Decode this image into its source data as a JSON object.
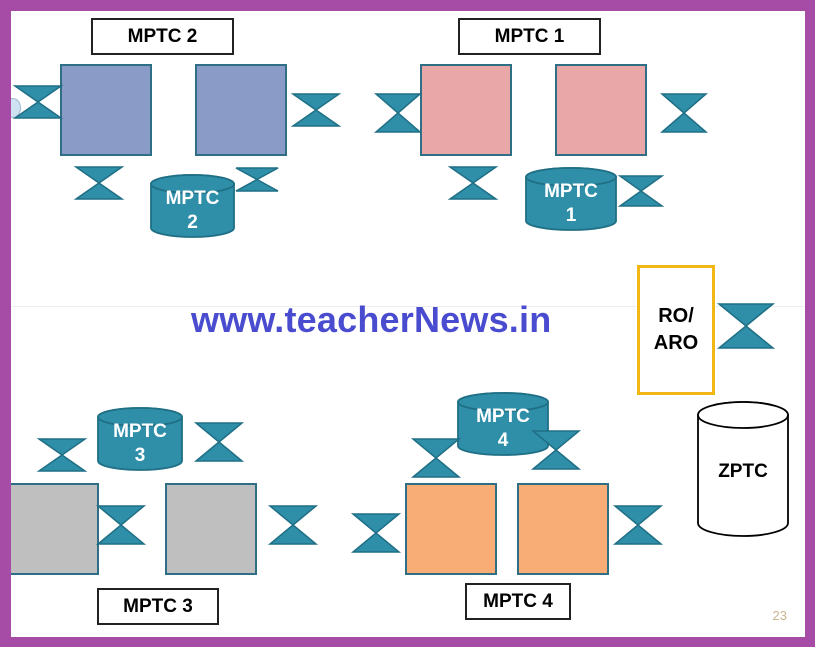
{
  "labels": {
    "mptc2": "MPTC 2",
    "mptc1": "MPTC 1",
    "mptc3": "MPTC 3",
    "mptc4": "MPTC 4",
    "ro_aro": "RO/\nARO"
  },
  "cylinders": {
    "mptc2": "MPTC\n2",
    "mptc1": "MPTC\n1",
    "mptc3": "MPTC\n3",
    "mptc4": "MPTC\n4",
    "zptc": "ZPTC"
  },
  "watermark": "www.teacherNews.in",
  "page_number": "23",
  "colors": {
    "mptc2_block": "#8b9bc7",
    "mptc1_block": "#e9a7a8",
    "mptc3_block": "#bfbfbf",
    "mptc4_block": "#f8ad76",
    "valve": "#2f8ea8",
    "cylinder": "#2f8ea8",
    "ro_border": "#f1b717",
    "border_frame": "#a64ca6"
  },
  "icons": [
    "valve-icon",
    "cylinder-icon"
  ]
}
